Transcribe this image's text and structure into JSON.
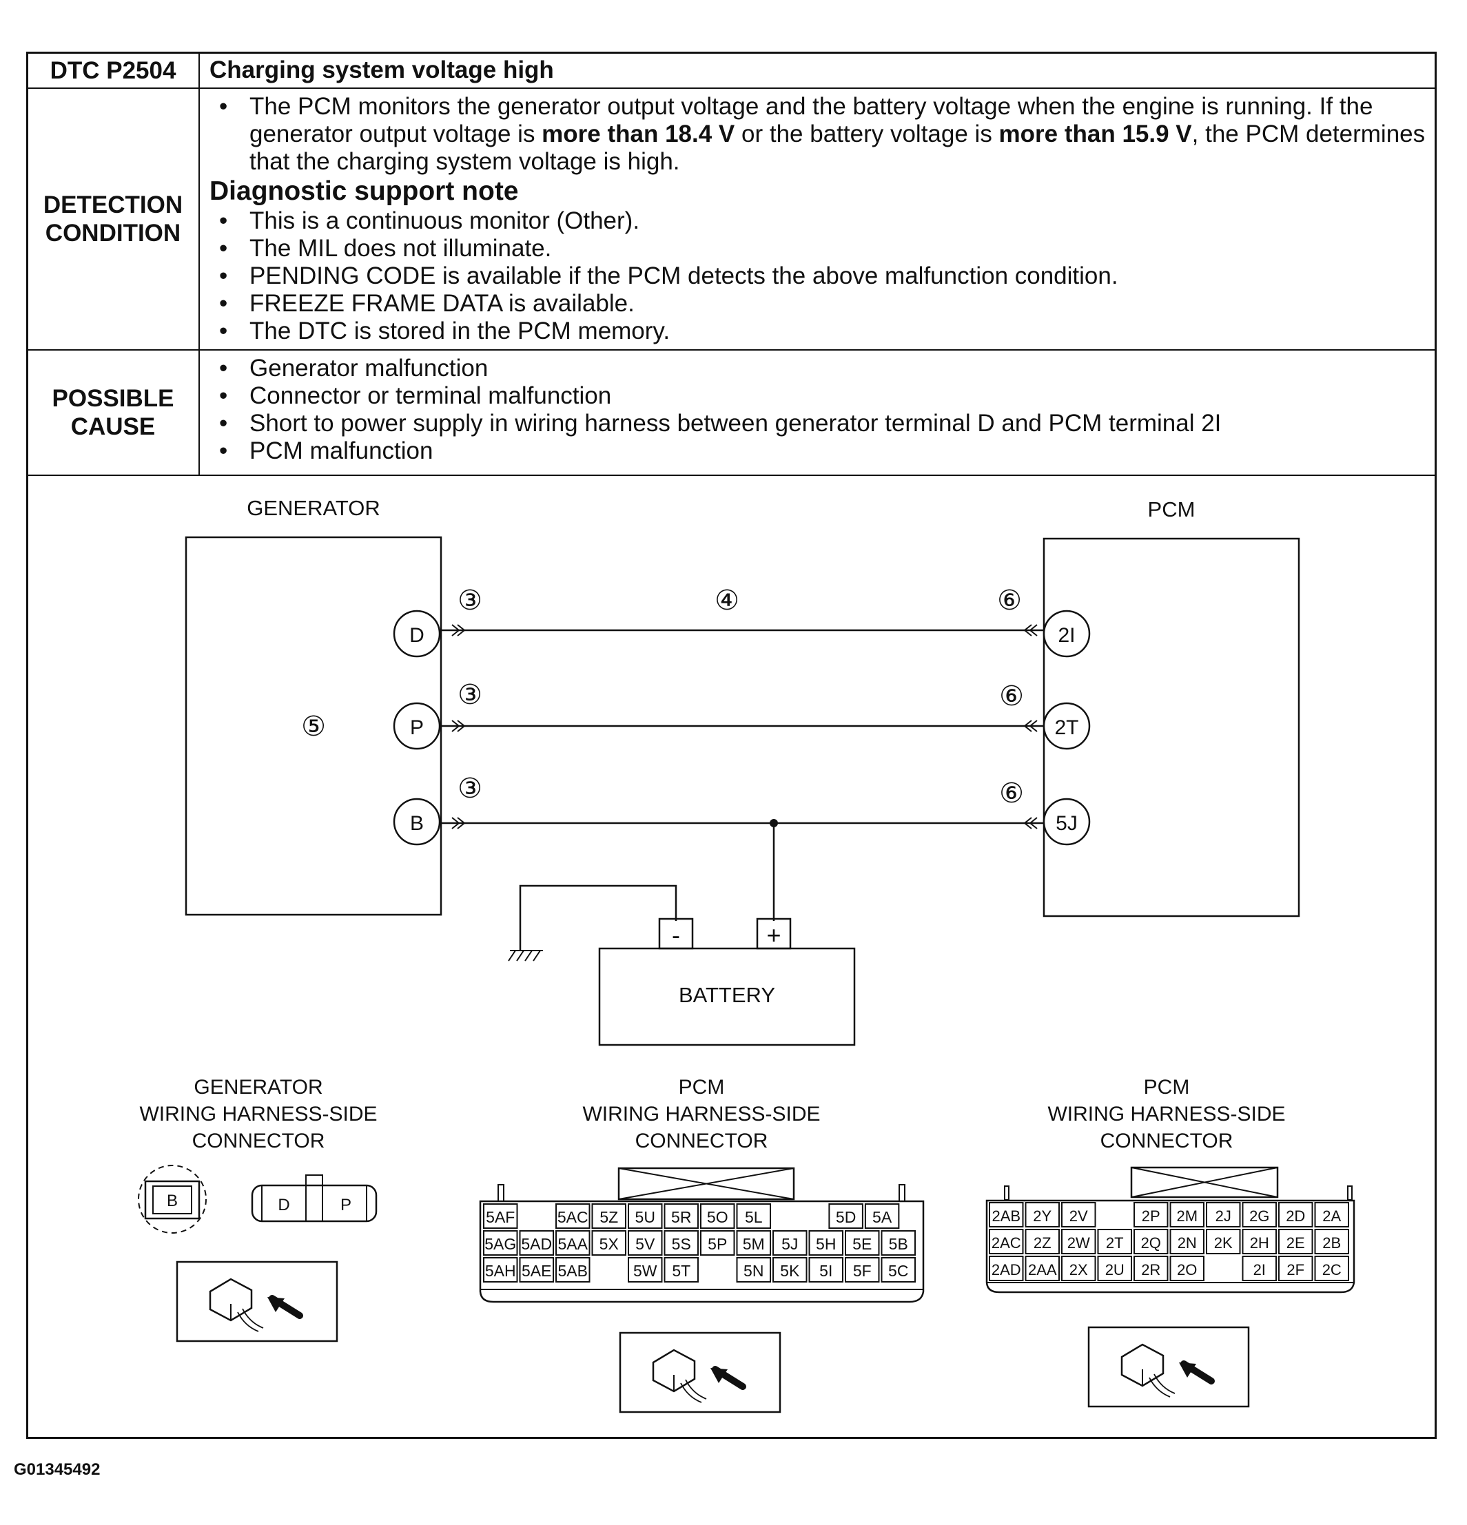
{
  "dtc": {
    "code": "DTC P2504",
    "title": "Charging system voltage high"
  },
  "detection": {
    "label_line1": "DETECTION",
    "label_line2": "CONDITION",
    "main_text_a": "The PCM monitors the generator output voltage and the battery voltage when the engine is running. If the generator output voltage is ",
    "main_bold_1": "more than 18.4 V",
    "main_text_b": " or the battery voltage is ",
    "main_bold_2": "more than 15.9 V",
    "main_text_c": ", the PCM determines that the charging system voltage is high.",
    "note_heading": "Diagnostic support note",
    "notes": [
      "This is a continuous monitor (Other).",
      "The MIL does not illuminate.",
      "PENDING CODE is available if the PCM detects the above malfunction condition.",
      "FREEZE FRAME DATA is available.",
      "The DTC is stored in the PCM memory."
    ]
  },
  "possible_cause": {
    "label_line1": "POSSIBLE",
    "label_line2": "CAUSE",
    "items": [
      "Generator malfunction",
      "Connector or terminal malfunction",
      "Short to power supply in wiring harness between generator terminal D and PCM terminal 2I",
      "PCM malfunction"
    ]
  },
  "diagram": {
    "generator_label": "GENERATOR",
    "pcm_label": "PCM",
    "generator_callout": "⑤",
    "generator_terminals": [
      "D",
      "P",
      "B"
    ],
    "pcm_terminals": [
      "2I",
      "2T",
      "5J"
    ],
    "callout_generator_side": "③",
    "callout_harness": "④",
    "callout_pcm_side": "⑥",
    "battery_label": "BATTERY",
    "battery_neg": "-",
    "battery_pos": "+"
  },
  "connectors": {
    "generator": {
      "title_lines": [
        "GENERATOR",
        "WIRING HARNESS-SIDE",
        "CONNECTOR"
      ],
      "terminal_b": "B",
      "terminal_d": "D",
      "terminal_p": "P"
    },
    "pcm_5": {
      "title_lines": [
        "PCM",
        "WIRING HARNESS-SIDE",
        "CONNECTOR"
      ],
      "rows": [
        [
          "5AF",
          "",
          "5AC",
          "5Z",
          "5U",
          "5R",
          "5O",
          "5L",
          "",
          "5D",
          "5A"
        ],
        [
          "5AG",
          "5AD",
          "5AA",
          "5X",
          "5V",
          "5S",
          "5P",
          "5M",
          "5J",
          "5H",
          "5E",
          "5B"
        ],
        [
          "5AH",
          "5AE",
          "5AB",
          "",
          "5W",
          "5T",
          "",
          "5N",
          "5K",
          "5I",
          "5F",
          "5C"
        ]
      ]
    },
    "pcm_2": {
      "title_lines": [
        "PCM",
        "WIRING HARNESS-SIDE",
        "CONNECTOR"
      ],
      "rows": [
        [
          "2AB",
          "2Y",
          "2V",
          "",
          "2P",
          "2M",
          "2J",
          "2G",
          "2D",
          "2A"
        ],
        [
          "2AC",
          "2Z",
          "2W",
          "2T",
          "2Q",
          "2N",
          "2K",
          "2H",
          "2E",
          "2B"
        ],
        [
          "2AD",
          "2AA",
          "2X",
          "2U",
          "2R",
          "2O",
          "",
          "2I",
          "2F",
          "2C"
        ]
      ]
    }
  },
  "figure_id": "G01345492"
}
